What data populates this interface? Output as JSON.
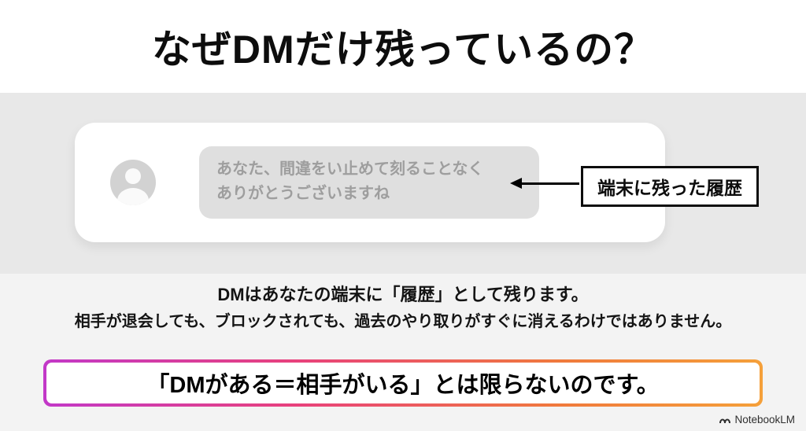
{
  "title": "なぜDMだけ残っているの？",
  "chat": {
    "message": {
      "line1": "あなた、間違をい止めて刻ることなく",
      "line2": "ありがとうございますね"
    },
    "annotation": "端末に残った履歴"
  },
  "body": {
    "line1": "DMはあなたの端末に「履歴」として残ります。",
    "line2": "相手が退会しても、ブロックされても、過去のやり取りがすぐに消えるわけではありません。"
  },
  "highlight": "「DMがある＝相手がいる」とは限らないのです。",
  "watermark": "NotebookLM",
  "colors": {
    "section_bg": "#e8e8e8",
    "lower_bg": "#f3f3f3",
    "gradient_left": "#c238c8",
    "gradient_mid": "#e8417c",
    "gradient_right": "#f5a03a"
  }
}
